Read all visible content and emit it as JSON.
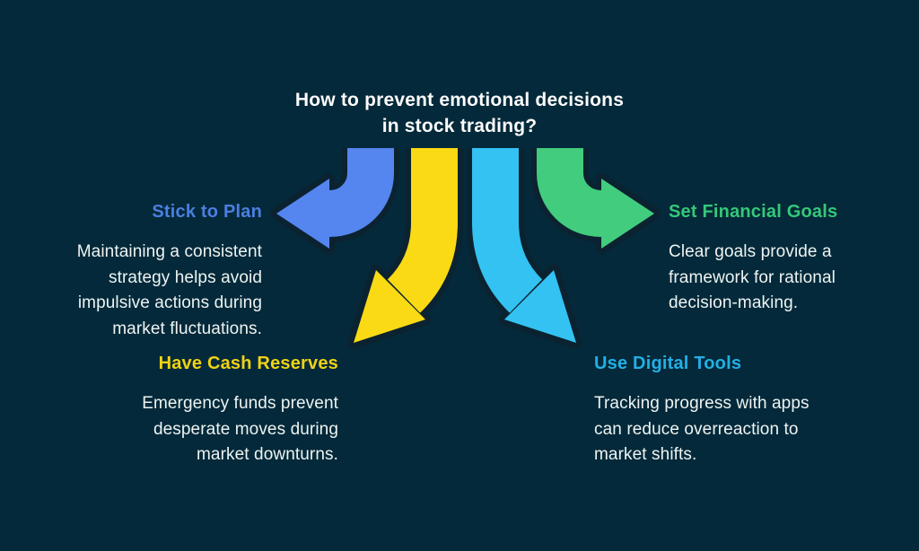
{
  "title": {
    "line1": "How to prevent emotional decisions",
    "line2": "in stock trading?"
  },
  "colors": {
    "background": "#04293A",
    "halo": "#0B2230",
    "title_text": "#FBFBFB",
    "body_text": "#EDF4F2"
  },
  "arrows": [
    {
      "name": "stick-to-plan-arrow",
      "direction": "left",
      "color": "#5585EE"
    },
    {
      "name": "have-cash-reserves-arrow",
      "direction": "down-left",
      "color": "#F9DA14"
    },
    {
      "name": "use-digital-tools-arrow",
      "direction": "down-right",
      "color": "#33C2F1"
    },
    {
      "name": "set-financial-goals-arrow",
      "direction": "right",
      "color": "#42CC7D"
    }
  ],
  "blocks": [
    {
      "heading": "Stick to Plan",
      "color": "#4B7FE1",
      "lines": [
        "Maintaining a consistent",
        "strategy helps avoid",
        "impulsive actions during",
        "market fluctuations."
      ]
    },
    {
      "heading": "Have Cash Reserves",
      "color": "#EFD215",
      "lines": [
        "Emergency funds prevent",
        "desperate moves during",
        "market downturns."
      ]
    },
    {
      "heading": "Use Digital Tools",
      "color": "#23AFE5",
      "lines": [
        "Tracking progress with apps",
        "can reduce overreaction to",
        "market shifts."
      ]
    },
    {
      "heading": "Set Financial Goals",
      "color": "#34C878",
      "lines": [
        "Clear goals provide a",
        "framework for rational",
        "decision-making."
      ]
    }
  ]
}
